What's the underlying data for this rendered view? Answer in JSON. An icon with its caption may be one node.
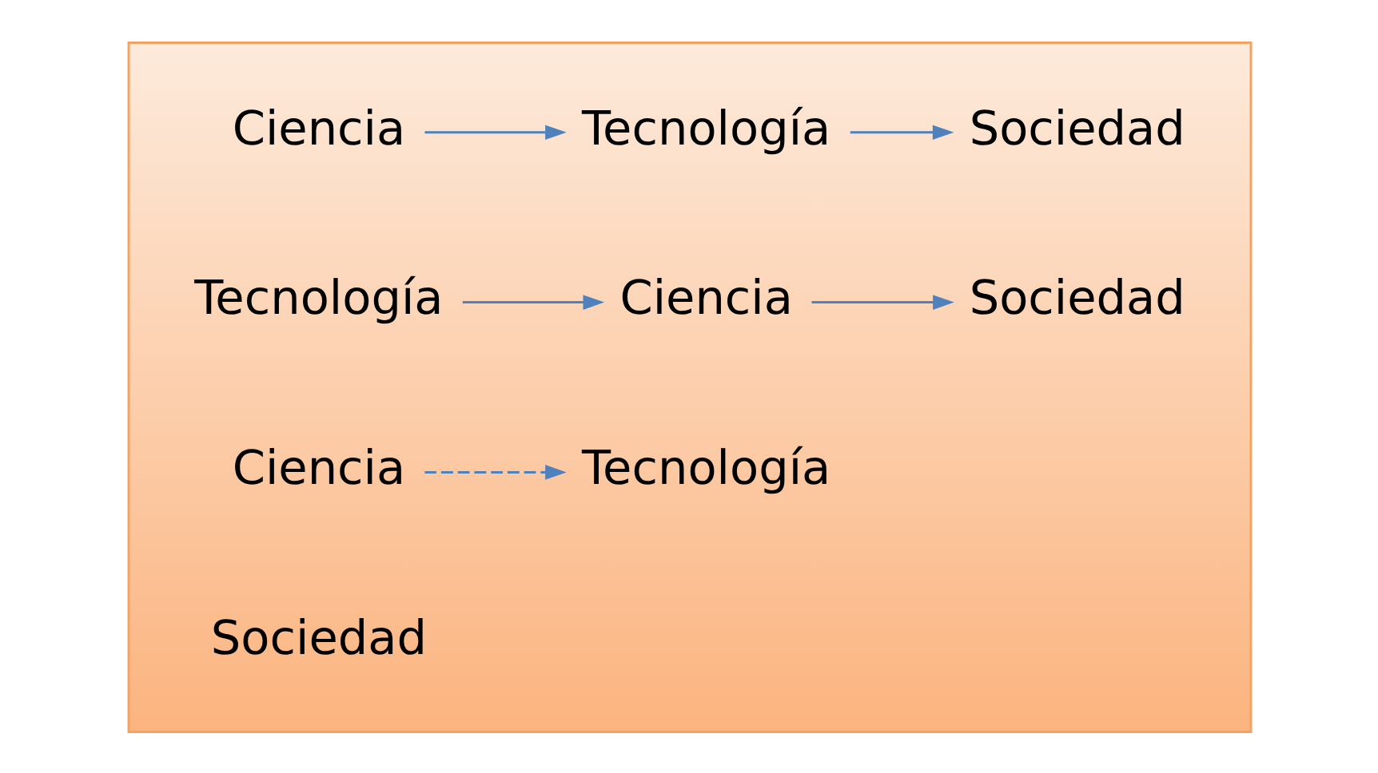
{
  "diagram": {
    "nodes": [
      {
        "text": [],
        "shape": "box"
      },
      {
        "text": [
          "Ciencia"
        ],
        "in": 0
      },
      {
        "text": [
          "Tecnología"
        ],
        "in": 0
      },
      {
        "text": [
          "Sociedad"
        ],
        "in": 0
      },
      {
        "text": [
          "Tecnología"
        ],
        "in": 0
      },
      {
        "text": [
          "Ciencia"
        ],
        "in": 0
      },
      {
        "text": [
          "Sociedad"
        ],
        "in": 0
      },
      {
        "text": [
          "Ciencia"
        ],
        "in": 0
      },
      {
        "text": [
          "Tecnología"
        ],
        "in": 0
      }
    ],
    "edges": [
      {
        "from": 1,
        "to": 2,
        "arrow": "to"
      },
      {
        "from": 2,
        "to": 3,
        "arrow": "to"
      },
      {
        "from": 4,
        "to": 5,
        "arrow": "to"
      },
      {
        "from": 5,
        "to": 6,
        "arrow": "to"
      },
      {
        "from": 7,
        "to": 8,
        "arrow": "to",
        "style": "dashed"
      }
    ],
    "labels": [
      "Sociedad"
    ]
  }
}
